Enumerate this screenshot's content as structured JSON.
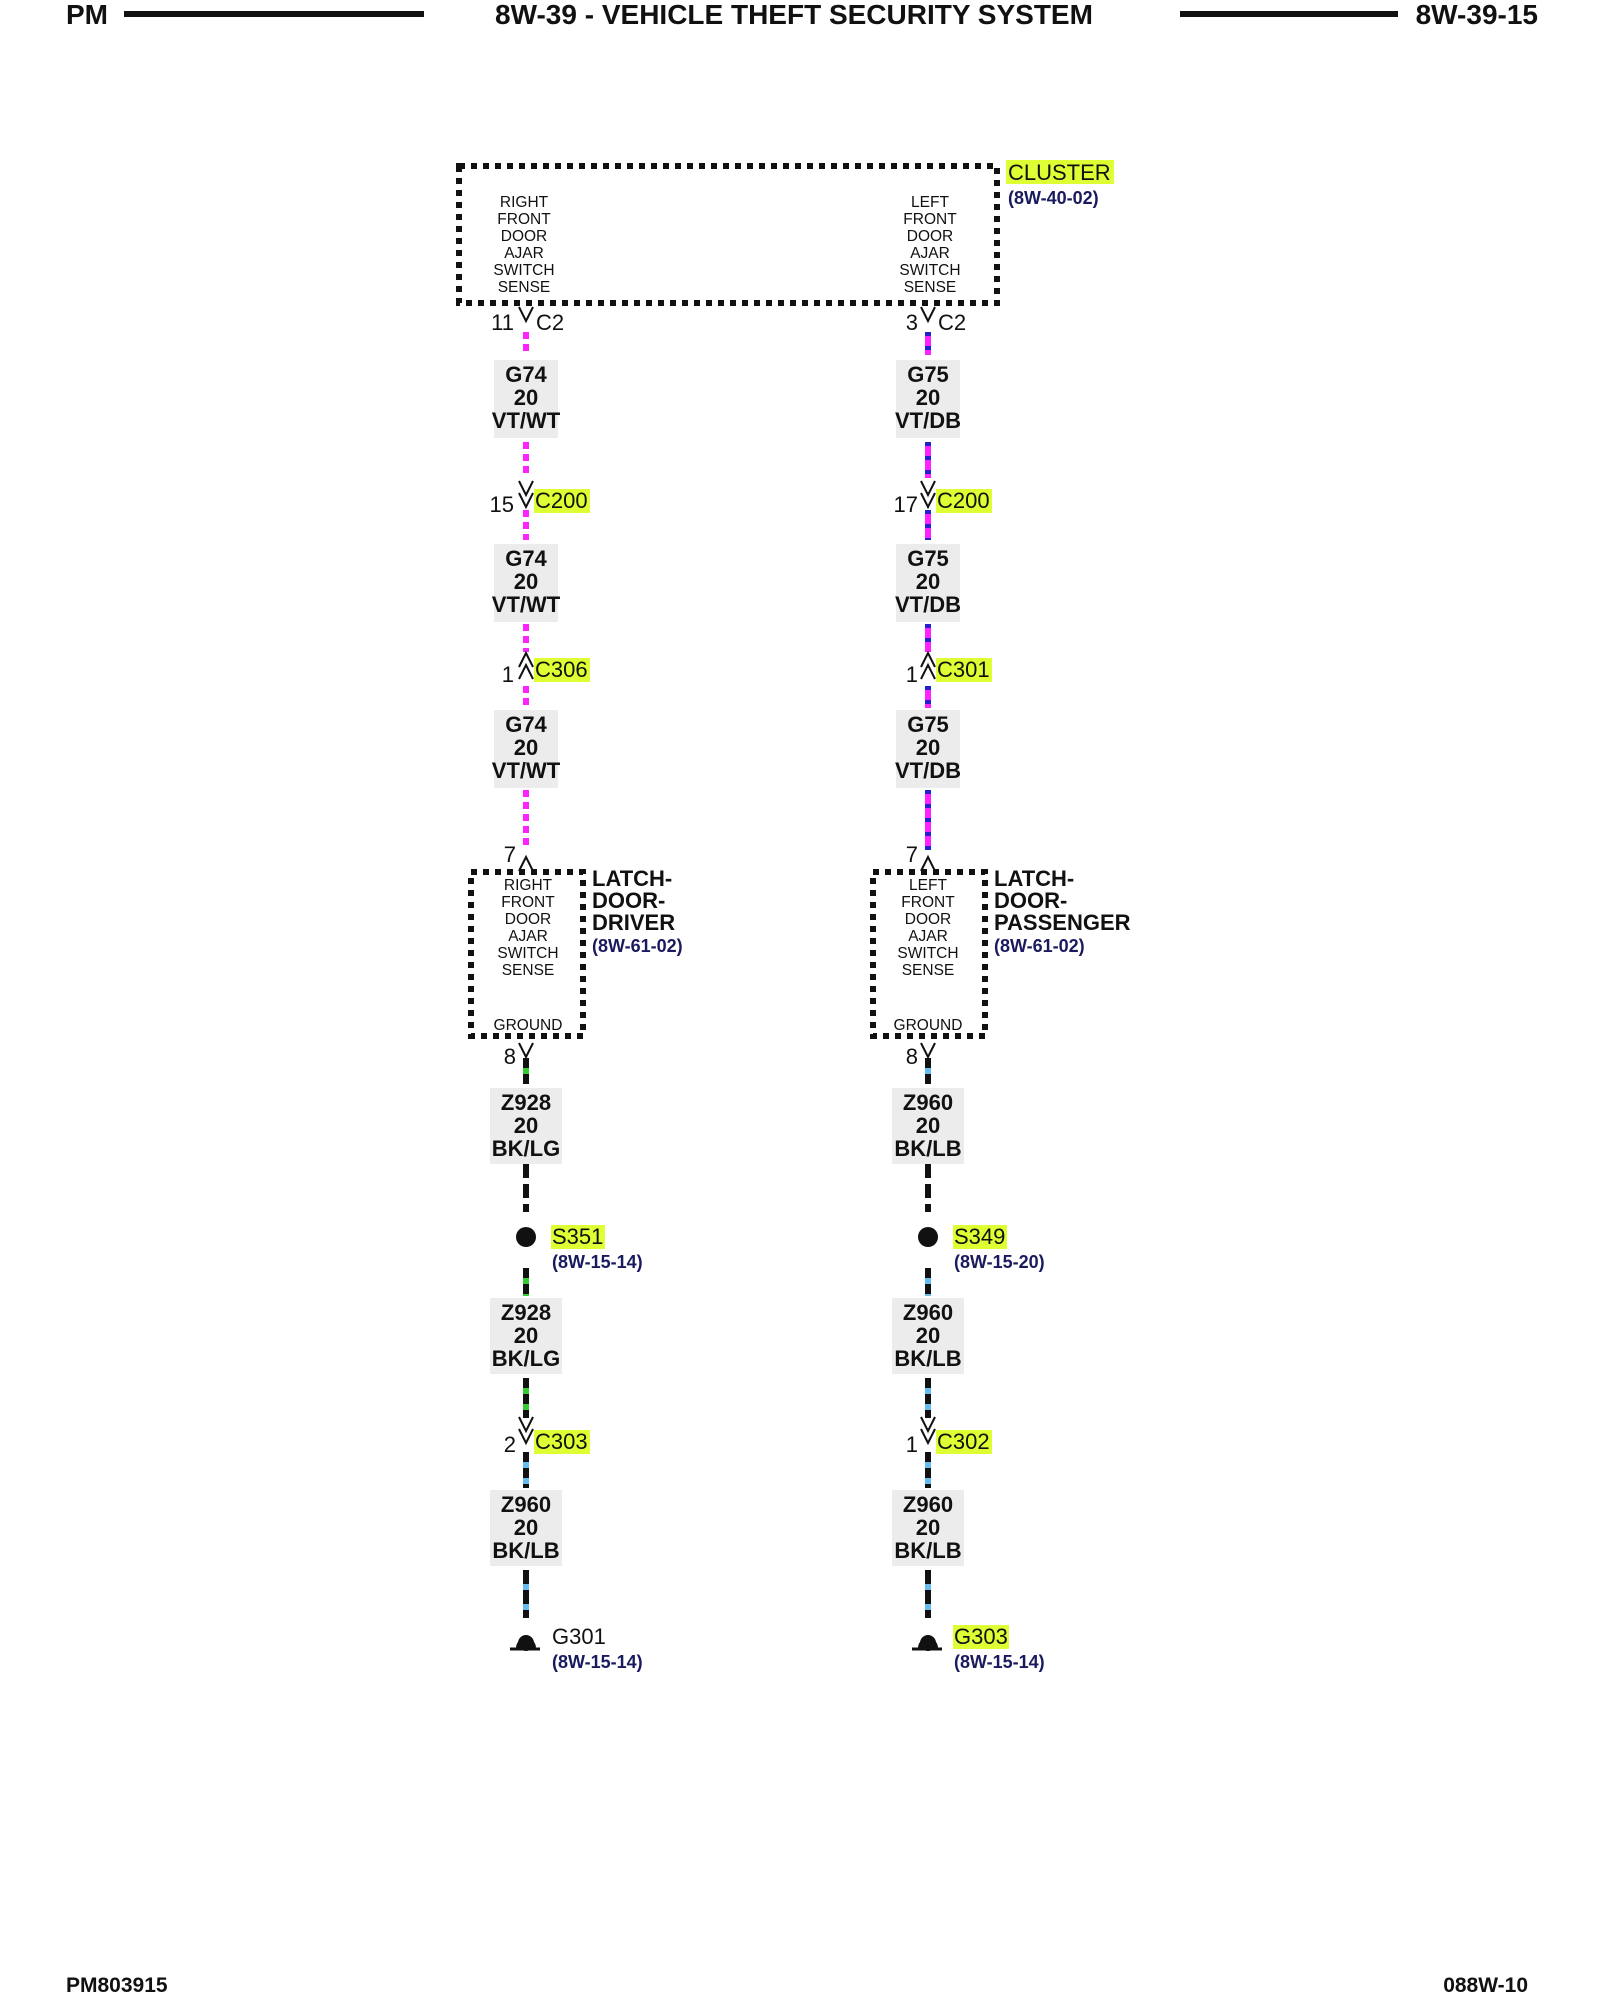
{
  "header": {
    "left": "PM",
    "title": "8W-39 - VEHICLE THEFT SECURITY SYSTEM",
    "right": "8W-39-15"
  },
  "footer": {
    "left": "PM803915",
    "right": "088W-10"
  },
  "colors": {
    "vt_wt": "#ff22ff",
    "vt_db": "#2222cc",
    "bk": "#111111",
    "lg": "#33cc33",
    "lb": "#66bbee",
    "highlight": "#ddff33"
  },
  "cluster": {
    "name": "CLUSTER",
    "ref": "(8W-40-02)",
    "right_pin_label": [
      "RIGHT",
      "FRONT",
      "DOOR",
      "AJAR",
      "SWITCH",
      "SENSE"
    ],
    "left_pin_label": [
      "LEFT",
      "FRONT",
      "DOOR",
      "AJAR",
      "SWITCH",
      "SENSE"
    ]
  },
  "left_circuit": {
    "c2_pin": "11",
    "c2_name": "C2",
    "wire1": [
      "G74",
      "20",
      "VT/WT"
    ],
    "c200_pin": "15",
    "c200_name": "C200",
    "wire2": [
      "G74",
      "20",
      "VT/WT"
    ],
    "c306_pin": "1",
    "c306_name": "C306",
    "wire3": [
      "G74",
      "20",
      "VT/WT"
    ],
    "latch_pin_top": "7",
    "latch_name": [
      "LATCH-",
      "DOOR-",
      "DRIVER"
    ],
    "latch_ref": "(8W-61-02)",
    "latch_label": [
      "RIGHT",
      "FRONT",
      "DOOR",
      "AJAR",
      "SWITCH",
      "SENSE"
    ],
    "latch_ground": "GROUND",
    "latch_pin_bottom": "8",
    "wire4": [
      "Z928",
      "20",
      "BK/LG"
    ],
    "splice_name": "S351",
    "splice_ref": "(8W-15-14)",
    "wire5": [
      "Z928",
      "20",
      "BK/LG"
    ],
    "c303_pin": "2",
    "c303_name": "C303",
    "wire6": [
      "Z960",
      "20",
      "BK/LB"
    ],
    "ground_name": "G301",
    "ground_ref": "(8W-15-14)"
  },
  "right_circuit": {
    "c2_pin": "3",
    "c2_name": "C2",
    "wire1": [
      "G75",
      "20",
      "VT/DB"
    ],
    "c200_pin": "17",
    "c200_name": "C200",
    "wire2": [
      "G75",
      "20",
      "VT/DB"
    ],
    "c301_pin": "1",
    "c301_name": "C301",
    "wire3": [
      "G75",
      "20",
      "VT/DB"
    ],
    "latch_pin_top": "7",
    "latch_name": [
      "LATCH-",
      "DOOR-",
      "PASSENGER"
    ],
    "latch_ref": "(8W-61-02)",
    "latch_label": [
      "LEFT",
      "FRONT",
      "DOOR",
      "AJAR",
      "SWITCH",
      "SENSE"
    ],
    "latch_ground": "GROUND",
    "latch_pin_bottom": "8",
    "wire4": [
      "Z960",
      "20",
      "BK/LB"
    ],
    "splice_name": "S349",
    "splice_ref": "(8W-15-20)",
    "wire5": [
      "Z960",
      "20",
      "BK/LB"
    ],
    "c302_pin": "1",
    "c302_name": "C302",
    "wire6": [
      "Z960",
      "20",
      "BK/LB"
    ],
    "ground_name": "G303",
    "ground_ref": "(8W-15-14)"
  }
}
